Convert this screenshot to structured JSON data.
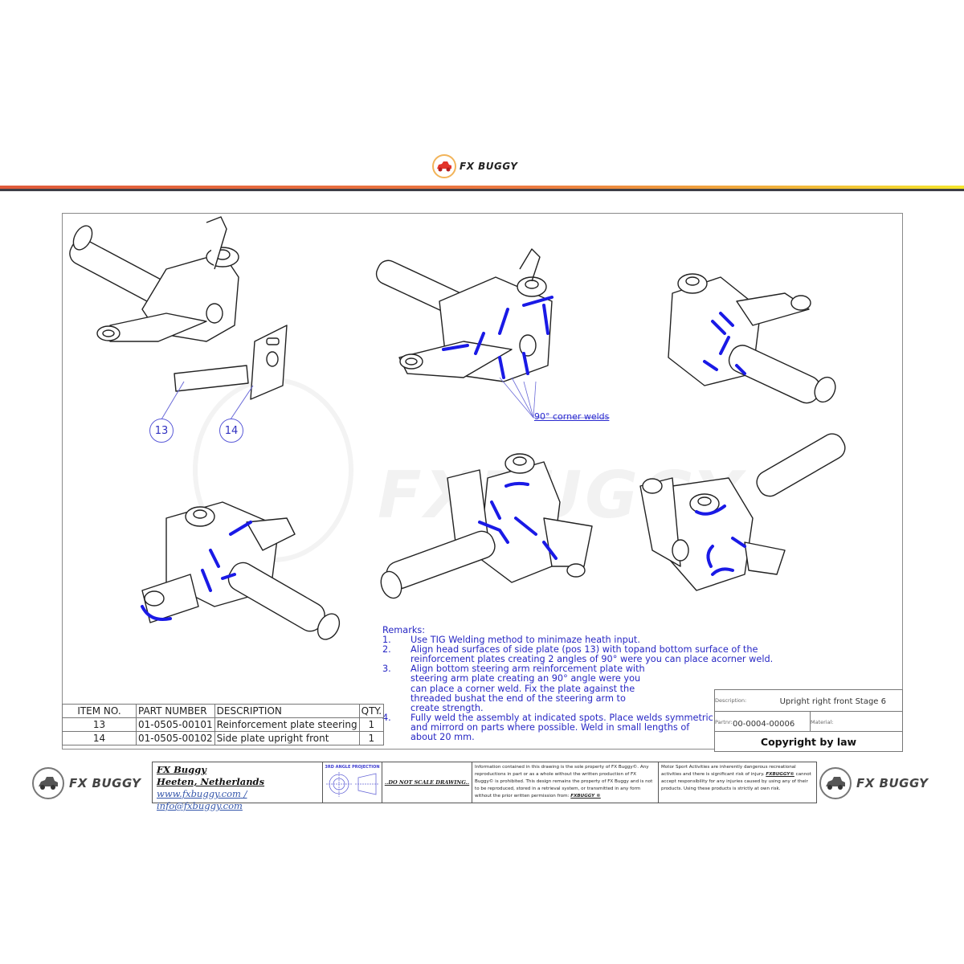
{
  "header": {
    "brand": "FX BUGGY",
    "stripe_colors": [
      "#e05a3a",
      "#ec7a40",
      "#f1b03c",
      "#f5e62c",
      "#3e3e46"
    ]
  },
  "drawing": {
    "views_count": 6,
    "weld_color": "#1a1ae6",
    "balloons": [
      {
        "label": "13"
      },
      {
        "label": "14"
      }
    ],
    "callout": "90° corner welds",
    "watermark_text": "FXBUGGY"
  },
  "remarks": {
    "title": "Remarks:",
    "items": [
      {
        "num": "1.",
        "lines": [
          "Use TIG Welding method to minimaze heath input."
        ]
      },
      {
        "num": "2.",
        "lines": [
          "Align head surfaces of side plate (pos 13) with topand  bottom surface of the",
          "reinforcement plates creating 2 angles of 90° were you can place acorner weld."
        ]
      },
      {
        "num": "3.",
        "lines": [
          "Align bottom steering arm reinforcement plate with",
          "steering arm plate creating an 90° angle were you",
          "can place a corner weld. Fix the plate against the",
          "threaded bushat the end of the steering arm to",
          "create strength."
        ]
      },
      {
        "num": "4.",
        "lines": [
          "Fully weld the assembly at indicated spots. Place welds symmetric",
          "and mirrord on parts where possible. Weld in small lengths of",
          "about 20 mm."
        ]
      }
    ]
  },
  "bom": {
    "headers": [
      "ITEM NO.",
      "PART NUMBER",
      "DESCRIPTION",
      "QTY."
    ],
    "rows": [
      [
        "13",
        "01-0505-00101",
        "Reinforcement plate steering",
        "1"
      ],
      [
        "14",
        "01-0505-00102",
        "Side plate upright front",
        "1"
      ]
    ]
  },
  "title_block": {
    "description_label": "Description:",
    "description": "Upright right front Stage 6",
    "partnr_label": "Partnr:",
    "partnr": "00-0004-00006",
    "material_label": "Material:",
    "material": "",
    "copyright": "Copyright by law"
  },
  "footer": {
    "brand_left": "FX BUGGY",
    "brand_right": "FX BUGGY",
    "company": "FX Buggy",
    "location": "Heeten, Netherlands",
    "website": "www.fxbuggy.com",
    "separator": " / ",
    "email": "info@fxbuggy.com",
    "projection_label": "3RD ANGLE PROJECTION",
    "no_scale": "..DO NOT SCALE DRAWING..",
    "info_text": "Information contained in this drawing is the sole property of FX Buggy©. Any reproductions in part or as a whole without the written production of FX Buggy© is prohibited. This design remains the property of FX Buggy and is not to be reproduced, stored in a retrieval system, or transmitted in any form without the prior written permission from:",
    "info_signature": "FXBUGGY ©",
    "risk_text_1": "Motor Sport Activities are inherently dangerous recreational activities and there is significant risk of injury.",
    "risk_brand": "FXBUGGY©",
    "risk_text_2": "cannot accept responsibility for any injuries caused by using any of their products. Using these products is strictly at own risk."
  }
}
